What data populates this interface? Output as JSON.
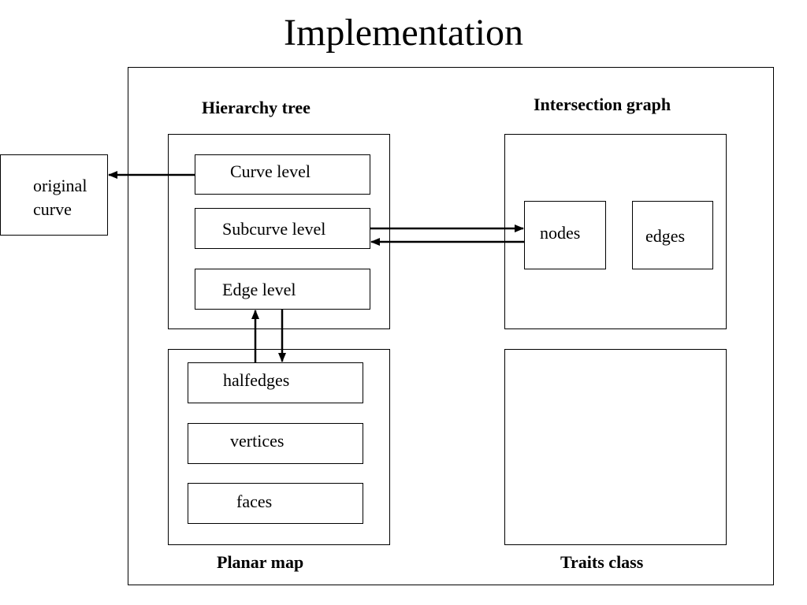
{
  "title": "Implementation",
  "hierarchy_tree": {
    "header": "Hierarchy tree",
    "levels": {
      "curve": "Curve level",
      "subcurve": "Subcurve level",
      "edge": "Edge level"
    }
  },
  "intersection_graph": {
    "header": "Intersection graph",
    "nodes": "nodes",
    "edges": "edges"
  },
  "planar_map": {
    "footer": "Planar map",
    "items": {
      "halfedges": "halfedges",
      "vertices": "vertices",
      "faces": "faces"
    }
  },
  "traits_class": {
    "footer": "Traits class"
  },
  "original_curve": {
    "line1": "original",
    "line2": "curve"
  }
}
